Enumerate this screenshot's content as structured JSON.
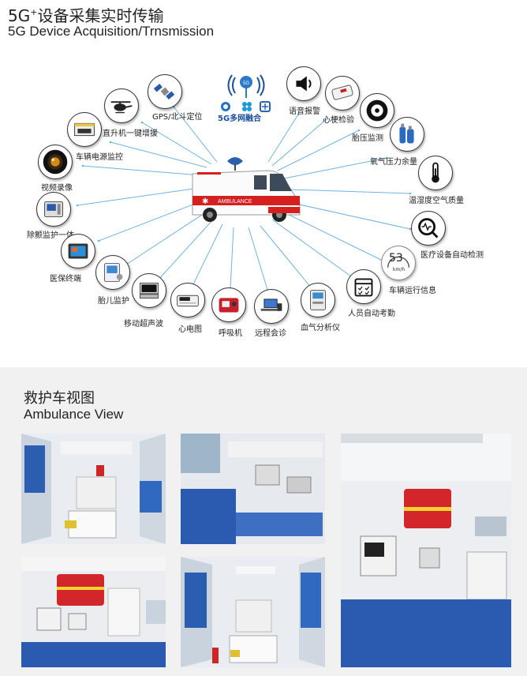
{
  "header": {
    "title_cn_prefix": "5G",
    "title_cn_sup": "+",
    "title_cn_rest": "设备采集实时传输",
    "title_en": "5G Device Acquisition/Trnsmission"
  },
  "center": {
    "network_label": "5G多网融合",
    "ambulance_text": "AMBULANCE"
  },
  "devices": {
    "gps": "GPS/北斗定位",
    "helicopter": "直升机一键增援",
    "power": "车辆电源监控",
    "video": "视频录像",
    "defib": "除颤监护一体",
    "terminal": "医保终端",
    "fetal": "胎儿监护",
    "ultrasound": "移动超声波",
    "ecg": "心电图",
    "ventilator": "呼吸机",
    "consult": "远程会诊",
    "bloodgas": "血气分析仪",
    "voice": "语音报警",
    "cardiac": "心梗检验",
    "tire": "胎压监测",
    "oxygen": "氧气压力余量",
    "temp": "温湿度空气质量",
    "equipcheck": "医疗设备自动检测",
    "vehicle": "车辆运行信息",
    "attendance": "人员自动考勤"
  },
  "speedometer": {
    "value": "53",
    "unit": "km/h"
  },
  "view": {
    "title_cn": "救护车视图",
    "title_en": "Ambulance View"
  },
  "colors": {
    "ray": "#6fb3e0",
    "brand_blue": "#1b4f9c",
    "ambulance_red": "#d62020"
  }
}
